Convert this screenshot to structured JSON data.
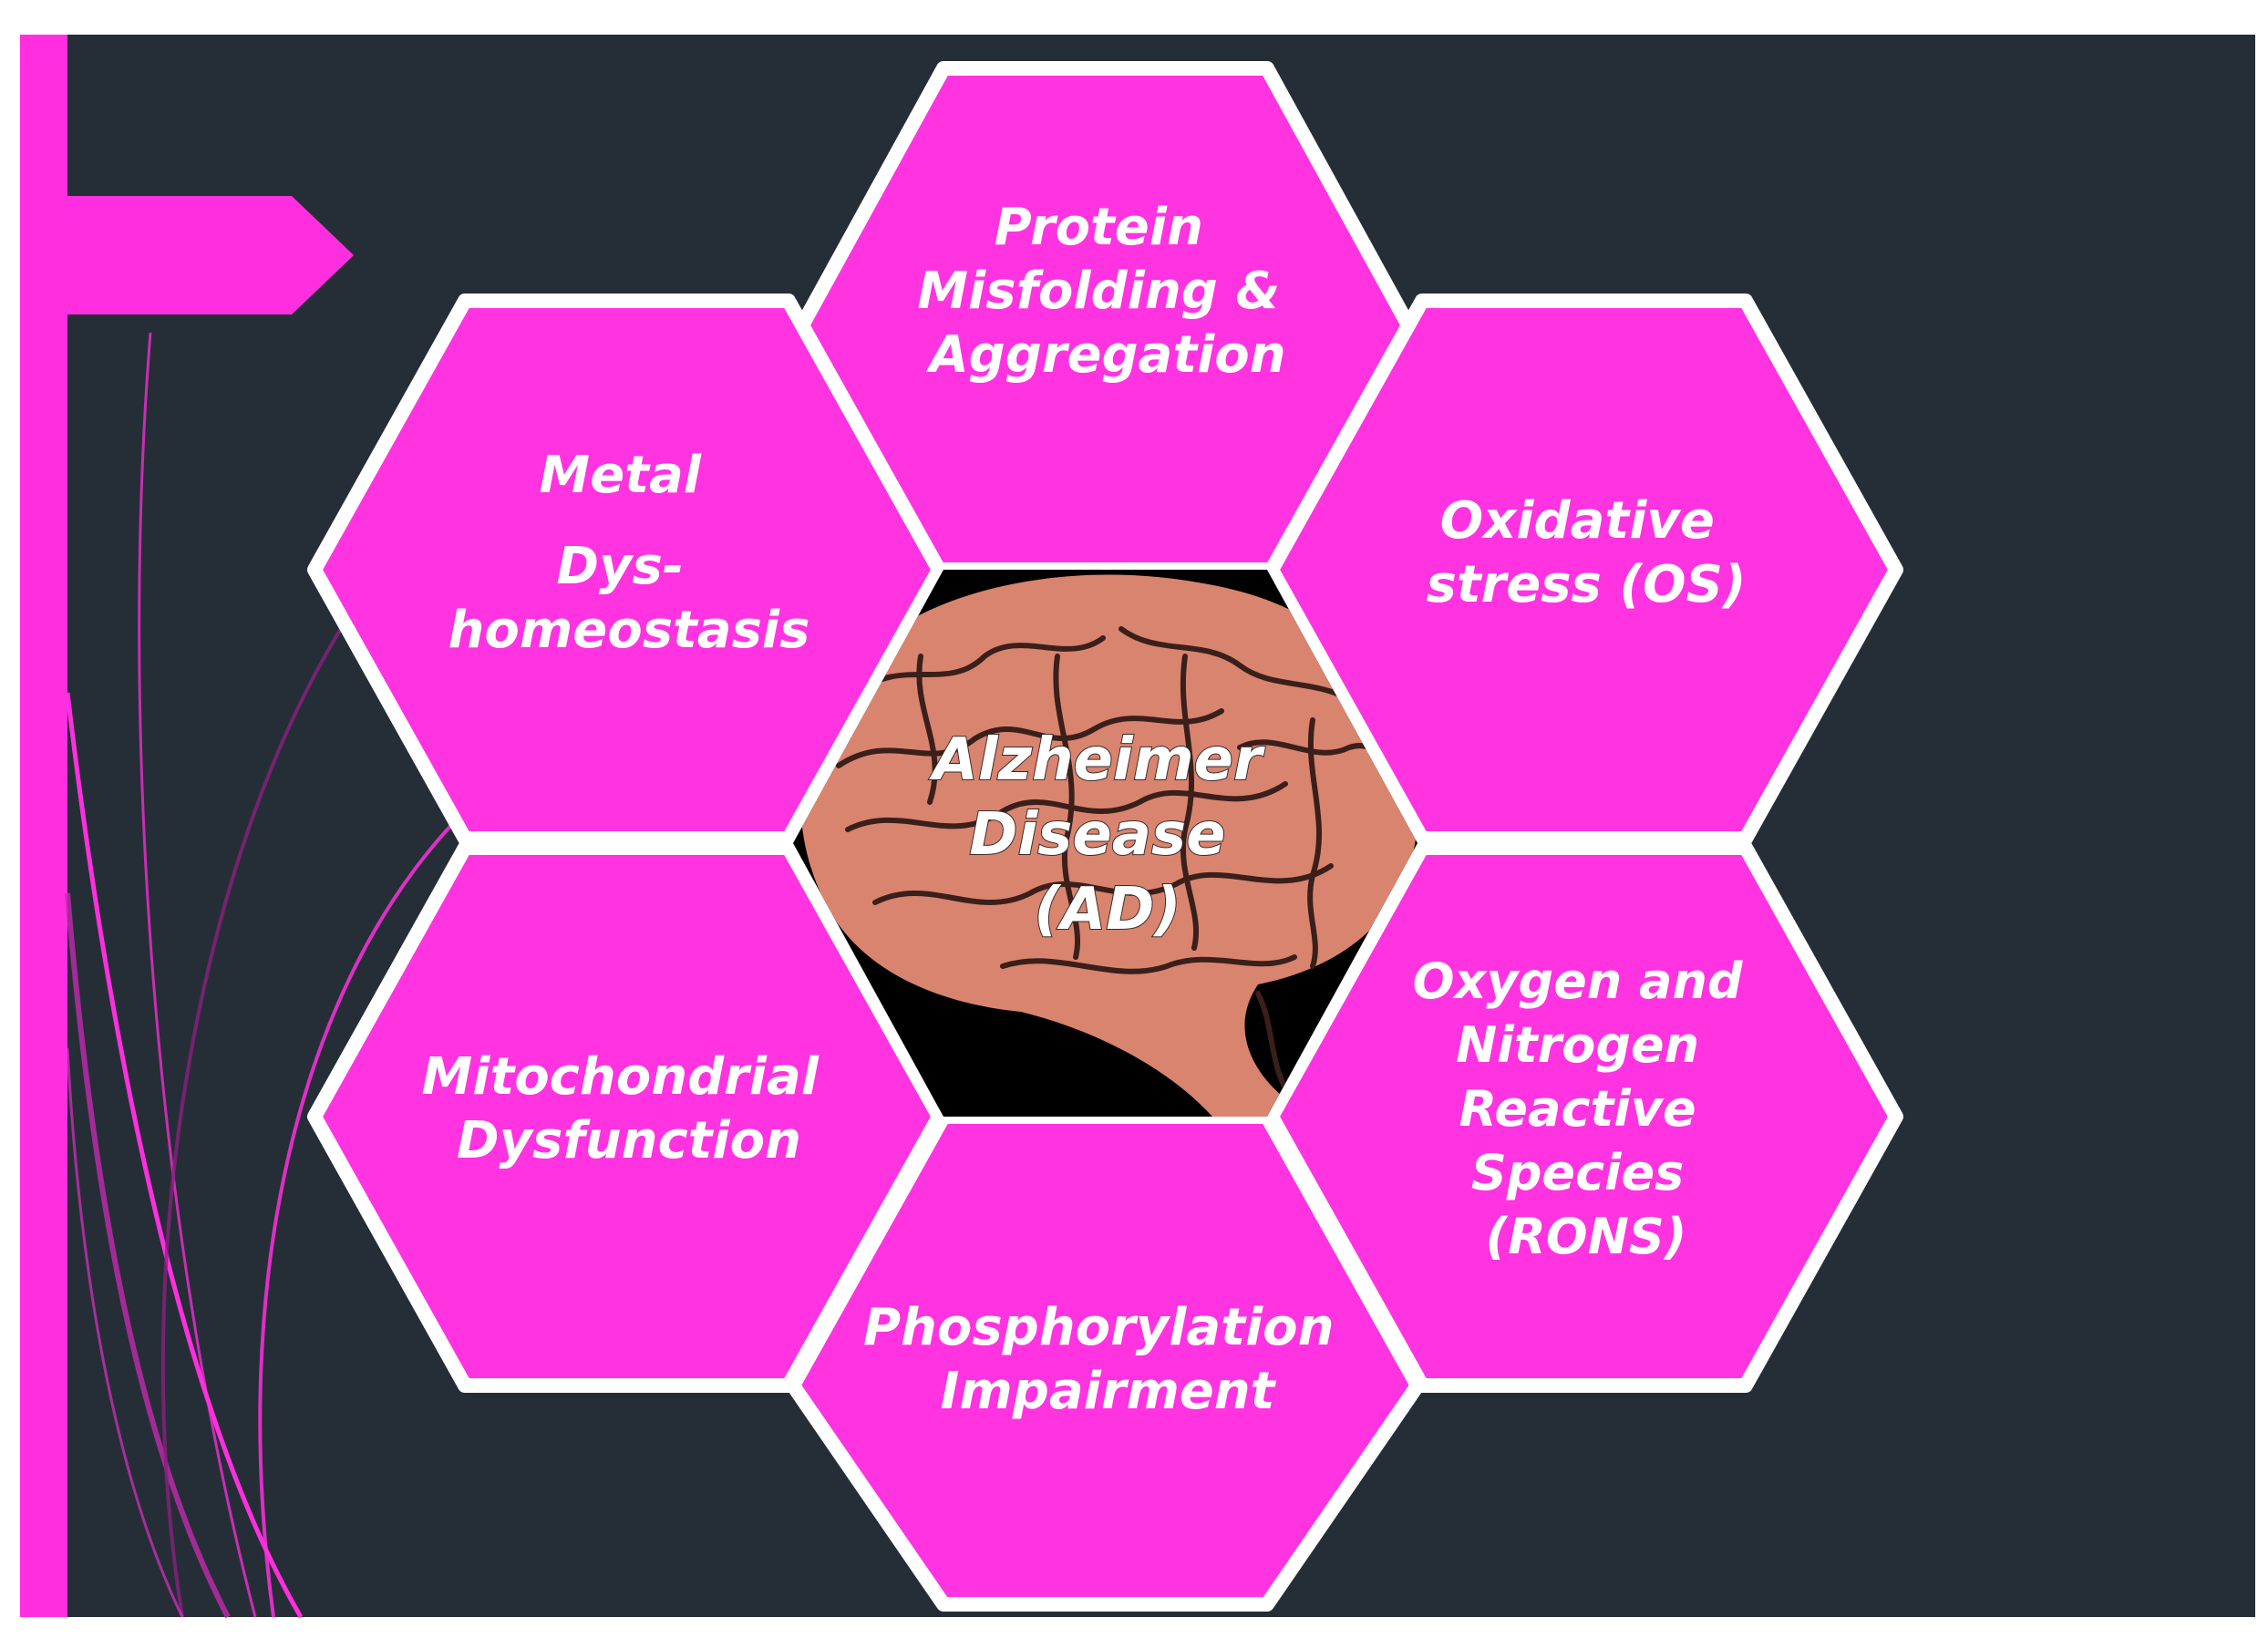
{
  "colors": {
    "background": "#252e36",
    "page": "#ffffff",
    "accent": "#ff2fe0",
    "hex_fill": "#ff33e0",
    "hex_border": "#ffffff",
    "brain_fill": "#d9846f",
    "brain_lines": "#3a1f1a",
    "brain_bg": "#000000"
  },
  "diagram": {
    "center": {
      "lines": [
        "Alzheimer",
        "Disease",
        "(AD)"
      ],
      "icon": "brain-illustration"
    },
    "nodes": [
      {
        "id": "protein",
        "lines": [
          "Protein",
          "Misfolding &",
          "Aggregation"
        ]
      },
      {
        "id": "metal",
        "lines": [
          "Metal",
          "Dys-",
          "homeostasis"
        ]
      },
      {
        "id": "oxidative",
        "lines": [
          "Oxidative",
          "stress (OS)"
        ]
      },
      {
        "id": "mito",
        "lines": [
          "Mitochondrial",
          "Dysfunction"
        ]
      },
      {
        "id": "rons",
        "lines": [
          "Oxygen and",
          "Nitrogen",
          "Reactive",
          "Species",
          "(RONS)"
        ]
      },
      {
        "id": "phospho",
        "lines": [
          "Phosphorylation",
          "Impairment"
        ]
      }
    ]
  }
}
